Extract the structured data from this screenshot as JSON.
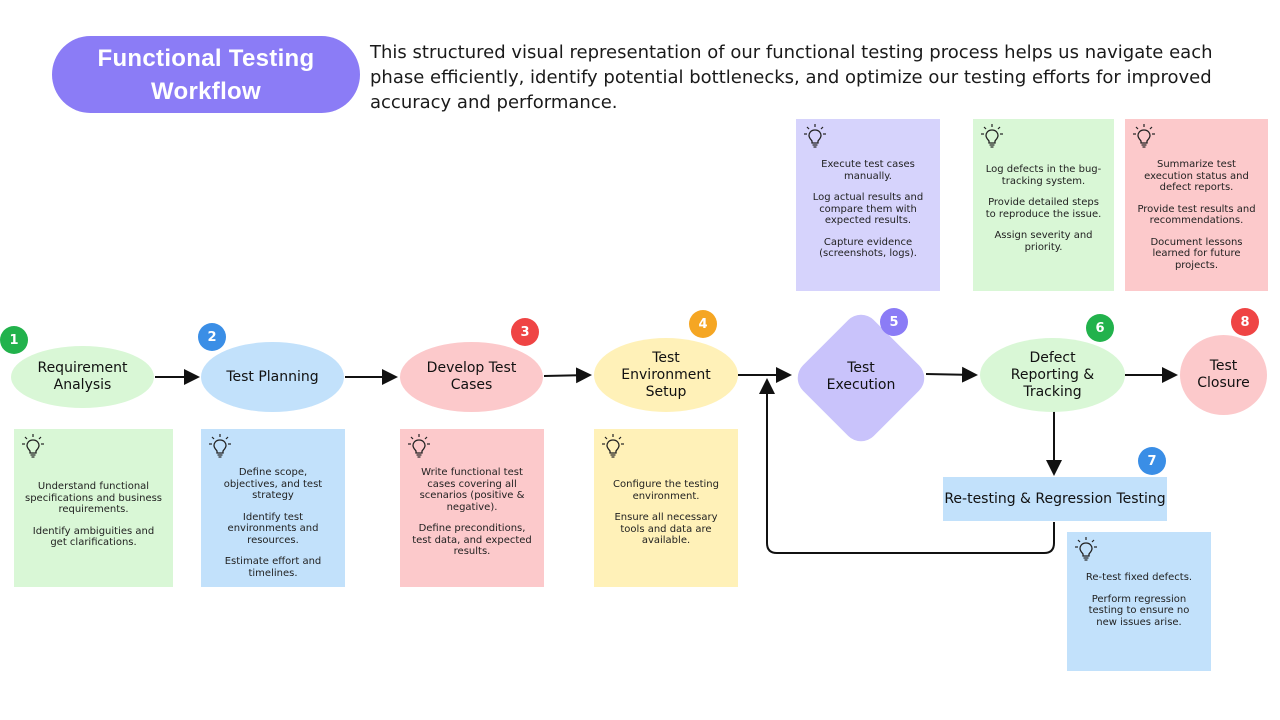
{
  "header": {
    "title": "Functional Testing Workflow",
    "description": "This structured visual representation of our functional testing process helps us navigate each phase efficiently, identify potential bottlenecks, and optimize our testing efforts for improved accuracy and performance."
  },
  "colors": {
    "title_pill": "#8b7cf6",
    "green": "#d9f7d6",
    "blue": "#c2e1fb",
    "pink": "#fcc9cb",
    "yellow": "#fff1b8",
    "lavender": "#d6d3fc",
    "badge_green": "#22b24c",
    "badge_blue": "#3a8ee6",
    "badge_red": "#ef4444",
    "badge_orange": "#f5a623",
    "badge_purple": "#8b7cf6"
  },
  "steps": [
    {
      "number": "1",
      "label": "Requirement Analysis"
    },
    {
      "number": "2",
      "label": "Test Planning"
    },
    {
      "number": "3",
      "label": "Develop Test Cases"
    },
    {
      "number": "4",
      "label": "Test Environment Setup"
    },
    {
      "number": "5",
      "label": "Test Execution"
    },
    {
      "number": "6",
      "label": "Defect Reporting & Tracking"
    },
    {
      "number": "7",
      "label": "Re-testing & Regression Testing"
    },
    {
      "number": "8",
      "label": "Test Closure"
    }
  ],
  "notes": {
    "requirement": [
      "Understand functional specifications and business requirements.",
      "Identify ambiguities and get clarifications."
    ],
    "planning": [
      "Define scope, objectives, and test strategy",
      "Identify test environments and resources.",
      "Estimate effort and timelines."
    ],
    "develop": [
      "Write functional test cases covering all scenarios (positive & negative).",
      "Define preconditions, test data, and expected results."
    ],
    "environment": [
      "Configure the testing environment.",
      "Ensure all necessary tools and data are available."
    ],
    "execution": [
      "Execute test cases manually.",
      "Log actual results and compare them with expected results.",
      "Capture evidence (screenshots, logs)."
    ],
    "defect": [
      "Log defects in the bug-tracking system.",
      "Provide detailed steps to reproduce the issue.",
      "Assign severity and priority."
    ],
    "closure": [
      "Summarize test execution status and defect reports.",
      "Provide test results and recommendations.",
      "Document lessons learned for future projects."
    ],
    "retest": [
      "Re-test fixed defects.",
      "Perform regression testing to ensure no new issues arise."
    ]
  }
}
